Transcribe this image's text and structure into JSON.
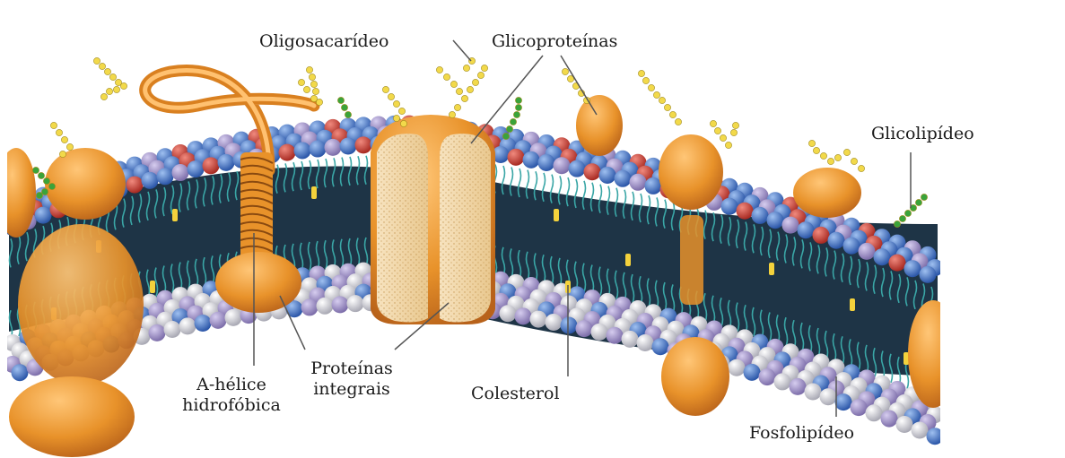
{
  "labels": {
    "oligosacarideo": "Oligosacarídeo",
    "glicoproteinas": "Glicoproteínas",
    "glicolipideo": "Glicolipídeo",
    "a_helice": "A-hélice",
    "hidrofobica": "hidrofóbica",
    "proteinas": "Proteínas",
    "integrais": "integrais",
    "colesterol": "Colesterol",
    "fosfolipideo": "Fosfolipídeo"
  },
  "colors": {
    "protein": "#e8922a",
    "protein_dark": "#b8621a",
    "channel_core": "#f3d9ad",
    "head_blue": "#3f6fc4",
    "head_red": "#c8372d",
    "head_white": "#e4e4ea",
    "head_lilac": "#a596c8",
    "tail_teal": "#2f9c9c",
    "sugar_yellow": "#f2d94a",
    "sugar_green": "#3aa33a"
  }
}
